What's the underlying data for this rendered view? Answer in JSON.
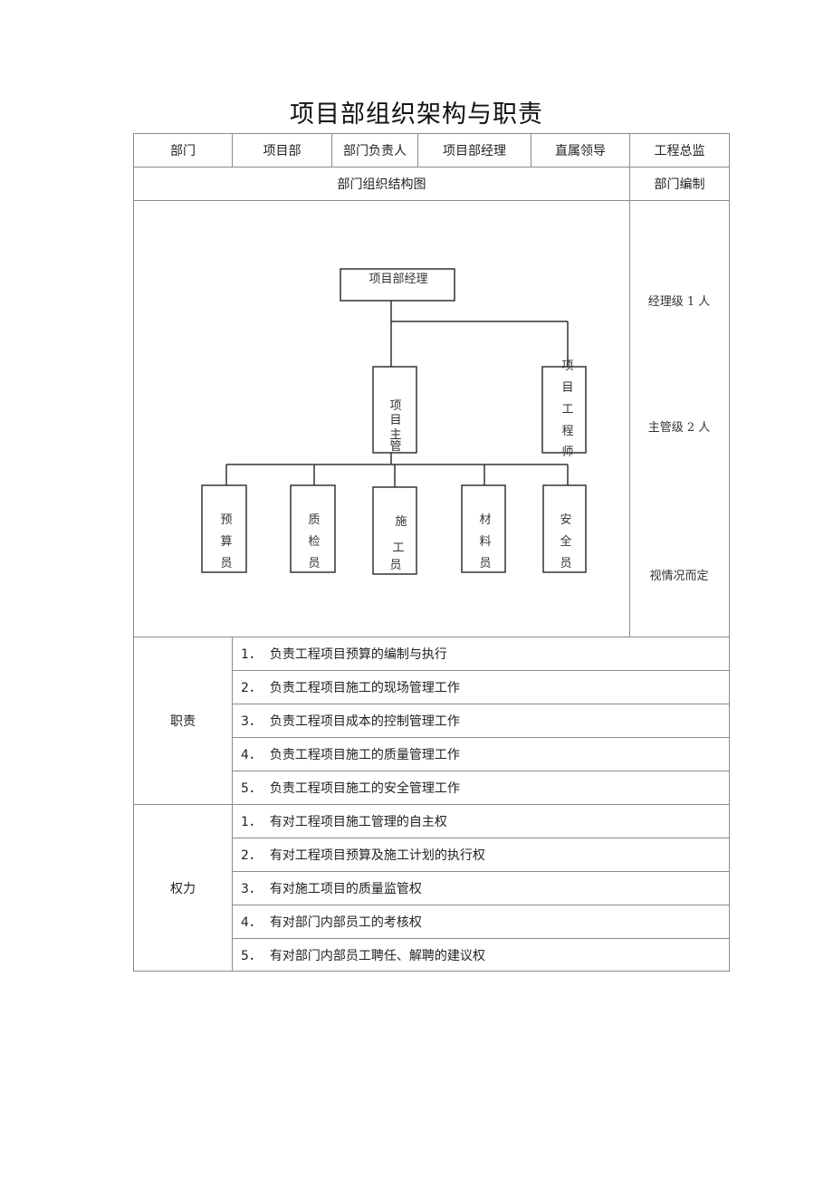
{
  "title": "项目部组织架构与职责",
  "header": {
    "dept_label": "部门",
    "dept_value": "项目部",
    "head_label": "部门负责人",
    "head_value": "项目部经理",
    "leader_label": "直属领导",
    "leader_value": "工程总监"
  },
  "section": {
    "structure_label": "部门组织结构图",
    "staffing_label": "部门编制"
  },
  "org_chart": {
    "manager": "项目部经理",
    "supervisor": [
      "项",
      "目",
      "主",
      "管"
    ],
    "engineer": [
      "项",
      "目",
      "工",
      "程",
      "师"
    ],
    "staff": [
      [
        "预",
        "算",
        "员"
      ],
      [
        "质",
        "检",
        "员"
      ],
      [
        "施",
        "工",
        "员"
      ],
      [
        "材",
        "料",
        "员"
      ],
      [
        "安",
        "全",
        "员"
      ]
    ]
  },
  "staffing": {
    "manager_level": "经理级 1 人",
    "supervisor_level": "主管级 2 人",
    "other": "视情况而定"
  },
  "duties": {
    "label": "职责",
    "items": [
      {
        "num": "1．",
        "text": "负责工程项目预算的编制与执行"
      },
      {
        "num": "2．",
        "text": "负责工程项目施工的现场管理工作"
      },
      {
        "num": "3．",
        "text": "负责工程项目成本的控制管理工作"
      },
      {
        "num": "4．",
        "text": "负责工程项目施工的质量管理工作"
      },
      {
        "num": "5．",
        "text": "负责工程项目施工的安全管理工作"
      }
    ]
  },
  "powers": {
    "label": "权力",
    "items": [
      {
        "num": "1．",
        "text": "有对工程项目施工管理的自主权"
      },
      {
        "num": "2．",
        "text": "有对工程项目预算及施工计划的执行权"
      },
      {
        "num": "3．",
        "text": "有对施工项目的质量监管权"
      },
      {
        "num": "4．",
        "text": "有对部门内部员工的考核权"
      },
      {
        "num": "5．",
        "text": "有对部门内部员工聘任、解聘的建议权"
      }
    ]
  }
}
